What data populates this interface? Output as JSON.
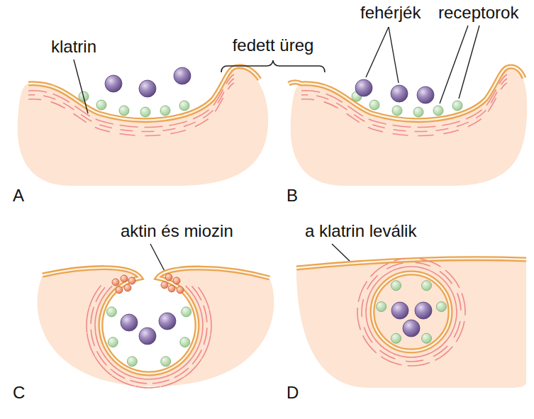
{
  "diagram": {
    "labels": [
      "klatrin",
      "fedett üreg",
      "fehérjék",
      "receptorok",
      "A",
      "B",
      "aktin és miozin",
      "a klatrin leválik",
      "C",
      "D"
    ]
  }
}
